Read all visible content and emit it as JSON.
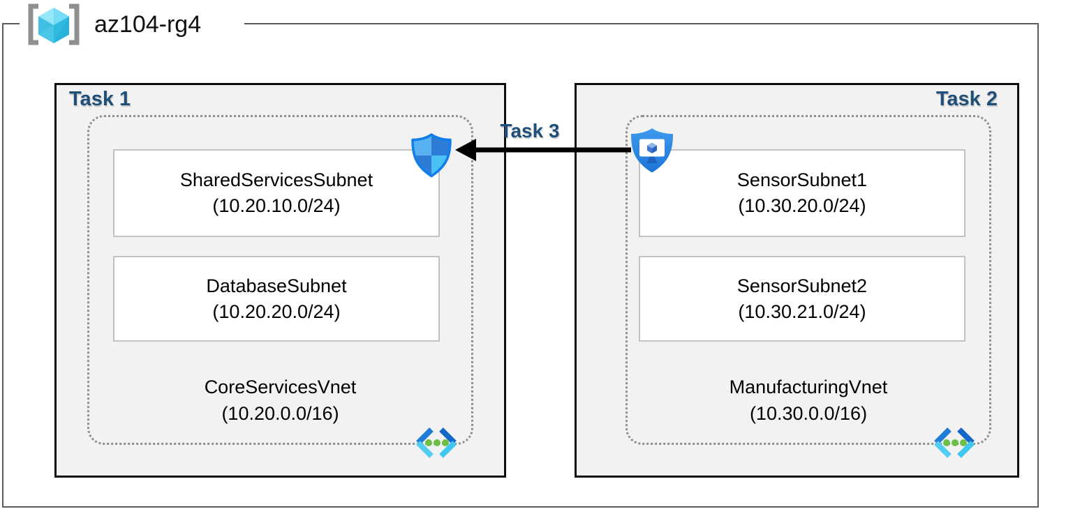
{
  "header": {
    "title": "az104-rg4",
    "icon": "resource-group-icon"
  },
  "tasks": {
    "task1": "Task 1",
    "task2": "Task 2",
    "task3": "Task 3"
  },
  "vnets": [
    {
      "name": "CoreServicesVnet",
      "cidr": "(10.20.0.0/16)",
      "subnets": [
        {
          "name": "SharedServicesSubnet",
          "cidr": "(10.20.10.0/24)"
        },
        {
          "name": "DatabaseSubnet",
          "cidr": "(10.20.20.0/24)"
        }
      ]
    },
    {
      "name": "ManufacturingVnet",
      "cidr": "(10.30.0.0/16)",
      "subnets": [
        {
          "name": "SensorSubnet1",
          "cidr": "(10.30.20.0/24)"
        },
        {
          "name": "SensorSubnet2",
          "cidr": "(10.30.21.0/24)"
        }
      ]
    }
  ],
  "icons": {
    "resource_group": "resource-group-icon",
    "network_security_group": "network-security-group-shield-icon",
    "bastion": "bastion-shield-monitor-icon",
    "virtual_network": "virtual-network-chevrons-icon",
    "arrow": "task3-left-arrow"
  },
  "colors": {
    "task_label": "#1f4e79",
    "frame_border": "#5b5b5b",
    "task_box_fill": "#f2f2f2",
    "task_box_border": "#0d0d0d",
    "subnet_border": "#c2c2c2",
    "dotted_boundary": "#8f8f8f",
    "arrow": "#000000",
    "shield_light_blue": "#57b1f0",
    "shield_dark_blue": "#2e7cd8",
    "bastion_blue": "#2a86e2",
    "vnet_chevron_dark": "#1e7bd8",
    "vnet_chevron_cyan": "#54cdf3",
    "vnet_dots_green": "#6cbf47"
  }
}
